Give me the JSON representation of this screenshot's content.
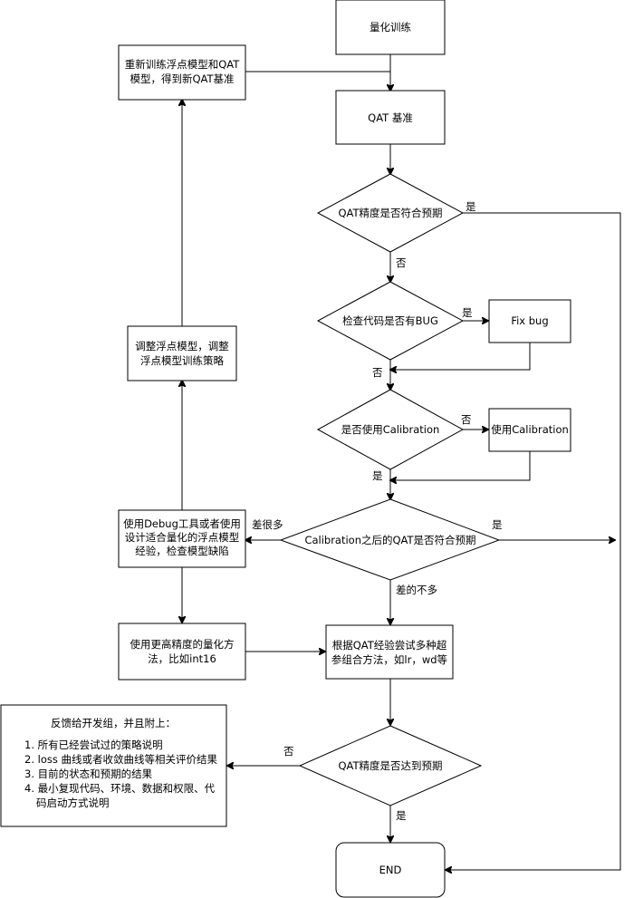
{
  "nodes": {
    "quant_train": "量化训练",
    "retrain": [
      "重新训练浮点模型和QAT",
      "模型，得到新QAT基准"
    ],
    "qat_baseline": "QAT 基准",
    "qat_meets": "QAT精度是否符合预期",
    "check_bug": "检查代码是否有BUG",
    "fix_bug": "Fix bug",
    "adjust_float": [
      "调整浮点模型，调整",
      "浮点模型训练策略"
    ],
    "use_calibration_q": "是否使用Calibration",
    "use_calibration": "使用Calibration",
    "debug_tool": [
      "使用Debug工具或者使用",
      "设计适合量化的浮点模型",
      "经验，检查模型缺陷"
    ],
    "calib_meets": "Calibration之后的QAT是否符合预期",
    "higher_precision": [
      "使用更高精度的量化方",
      "法，比如int16"
    ],
    "hyperparam": [
      "根据QAT经验尝试多种超",
      "参组合方法，如lr，wd等"
    ],
    "qat_reaches": "QAT精度是否达到预期",
    "feedback_title": "反馈给开发组，并且附上：",
    "feedback_items": [
      "1. 所有已经尝试过的策略说明",
      "2. loss 曲线或者收敛曲线等相关评价结果",
      "3. 目前的状态和预期的结果",
      "4. 最小复现代码、环境、数据和权限、代",
      "码启动方式说明"
    ],
    "end": "END"
  },
  "edge_labels": {
    "qat_yes": "是",
    "qat_no": "否",
    "bug_yes": "是",
    "bug_no": "否",
    "calib_no": "否",
    "calib_yes": "是",
    "diff_large": "差很多",
    "calib_meets_yes": "是",
    "diff_small": "差的不多",
    "reach_no": "否",
    "reach_yes": "是"
  }
}
